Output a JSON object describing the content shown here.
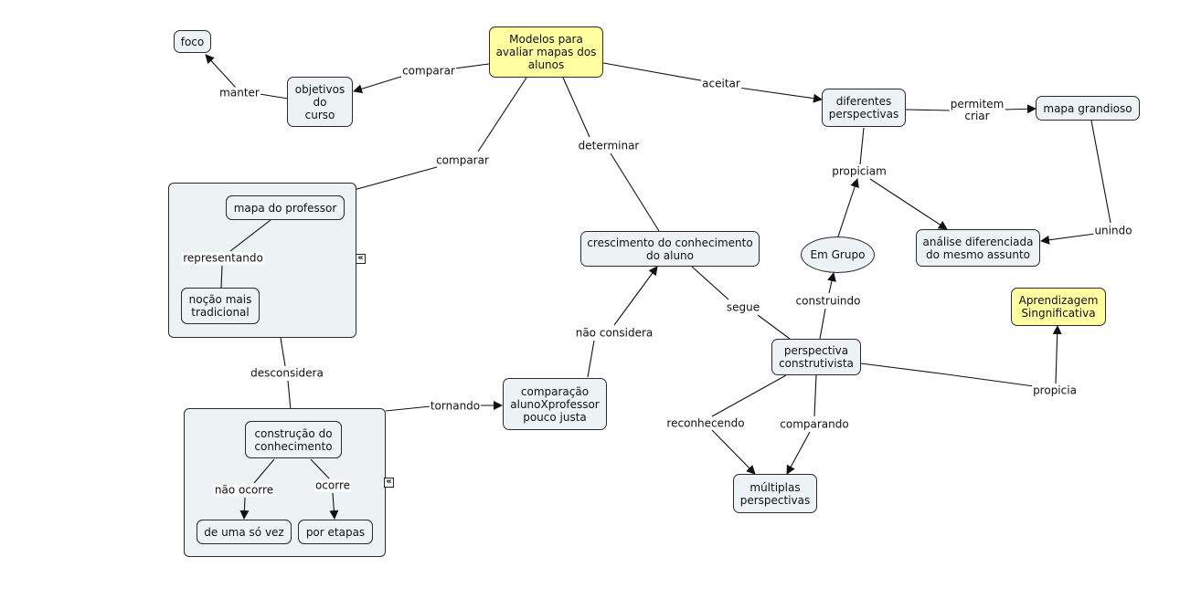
{
  "colors": {
    "node_fill": "#edf2f5",
    "highlight_fill": "#ffffa2",
    "line": "#111111"
  },
  "nodes": {
    "foco": "foco",
    "objetivos": "objetivos\ndo\ncurso",
    "modelos": "Modelos para\navaliar mapas dos\nalunos",
    "diferentes": "diferentes\nperspectivas",
    "mapa_grandioso": "mapa grandioso",
    "mapa_professor": "mapa do professor",
    "nocao": "noção mais\ntradicional",
    "crescimento": "crescimento do conhecimento\ndo aluno",
    "em_grupo": "Em Grupo",
    "analise": "análise diferenciada\ndo mesmo assunto",
    "aprendizagem": "Aprendizagem\nSingnificativa",
    "perspectiva": "perspectiva\nconstrutivista",
    "comparacao": "comparação\nalunoXprofessor\npouco justa",
    "construcao": "construção do\nconhecimento",
    "uma_so_vez": "de uma só vez",
    "por_etapas": "por etapas",
    "multiplas": "múltiplas\nperspectivas"
  },
  "links": {
    "manter": "manter",
    "comparar_top": "comparar",
    "aceitar": "aceitar",
    "permitem_criar": "permitem\ncriar",
    "comparar_mid": "comparar",
    "determinar": "determinar",
    "propiciam": "propiciam",
    "unindo": "unindo",
    "representando": "representando",
    "construindo": "construindo",
    "segue": "segue",
    "nao_considera": "não considera",
    "desconsidera": "desconsidera",
    "tornando": "tornando",
    "propicia": "propicia",
    "reconhecendo": "reconhecendo",
    "comparando": "comparando",
    "nao_ocorre": "não ocorre",
    "ocorre": "ocorre"
  },
  "icons": {
    "collapse": "collapse-icon"
  }
}
